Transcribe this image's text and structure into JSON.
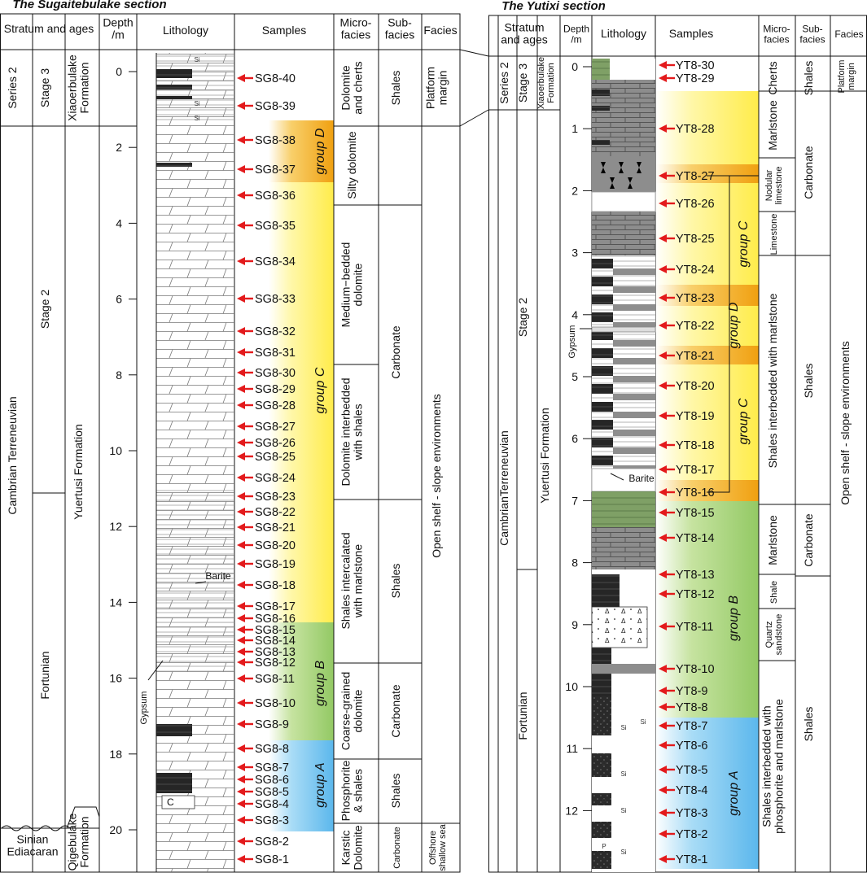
{
  "left": {
    "title": "The Sugaitebulake section",
    "headers": {
      "stratum": "Stratum and ages",
      "depth": "Depth\n/m",
      "lithology": "Lithology",
      "samples": "Samples",
      "microfacies": "Micro-\nfacies",
      "subfacies": "Sub-\nfacies",
      "facies": "Facies"
    },
    "depth_ticks": [
      "0",
      "2",
      "4",
      "6",
      "8",
      "10",
      "12",
      "14",
      "16",
      "18",
      "20"
    ],
    "samples": [
      "SG8-40",
      "SG8-39",
      "SG8-38",
      "SG8-37",
      "SG8-36",
      "SG8-35",
      "SG8-34",
      "SG8-33",
      "SG8-32",
      "SG8-31",
      "SG8-30",
      "SG8-29",
      "SG8-28",
      "SG8-27",
      "SG8-26",
      "SG8-25",
      "SG8-24",
      "SG8-23",
      "SG8-22",
      "SG8-21",
      "SG8-20",
      "SG8-19",
      "SG8-18",
      "SG8-17",
      "SG8-16",
      "SG8-15",
      "SG8-14",
      "SG8-13",
      "SG8-12",
      "SG8-11",
      "SG8-10",
      "SG8-9",
      "SG8-8",
      "SG8-7",
      "SG8-6",
      "SG8-5",
      "SG8-4",
      "SG8-3",
      "SG8-2",
      "SG8-1"
    ],
    "series": [
      "Series 2",
      "Cambrian  Terreneuvian",
      "Sinian\nEdiacaran"
    ],
    "stages": [
      "Stage 3",
      "Stage 2",
      "Fortunian"
    ],
    "formations": [
      "Xiaoerbulake\nFormation",
      "Yuertusi Formation",
      "Qigebulake\nFormation"
    ],
    "microfacies": [
      "Dolomite\nand cherts",
      "Silty dolomite",
      "Medium−bedded\ndolomite",
      "Dolomite interbedded\nwith shales",
      "Shales intercalated\nwith marlstone",
      "Coarse-grained\ndolomite",
      "Phosphorite\n& shales",
      "Karstic\nDolomite"
    ],
    "subfacies": [
      "Shales",
      "Carbonate",
      "Shales",
      "Carbonate",
      "Shales",
      "Carbonate"
    ],
    "facies": [
      "Platform\nmargin",
      "Open shelf - slope environments",
      "Offshore\nshallow sea"
    ],
    "groups": [
      "group D",
      "group C",
      "group B",
      "group A"
    ],
    "annotations": {
      "barite": "Barite",
      "gypsum": "Gypsum",
      "si": "Si",
      "c": "C"
    }
  },
  "right": {
    "title": "The Yutixi section",
    "headers": {
      "stratum": "Stratum\nand ages",
      "depth": "Depth\n/m",
      "lithology": "Lithology",
      "samples": "Samples",
      "microfacies": "Micro-\nfacies",
      "subfacies": "Sub-\nfacies",
      "facies": "Facies"
    },
    "depth_ticks": [
      "0",
      "1",
      "2",
      "3",
      "4",
      "5",
      "6",
      "7",
      "8",
      "9",
      "10",
      "11",
      "12"
    ],
    "samples": [
      "YT8-30",
      "YT8-29",
      "YT8-28",
      "YT8-27",
      "YT8-26",
      "YT8-25",
      "YT8-24",
      "YT8-23",
      "YT8-22",
      "YT8-21",
      "YT8-20",
      "YT8-19",
      "YT8-18",
      "YT8-17",
      "YT8-16",
      "YT8-15",
      "YT8-14",
      "YT8-13",
      "YT8-12",
      "YT8-11",
      "YT8-10",
      "YT8-9",
      "YT8-8",
      "YT8-7",
      "YT8-6",
      "YT8-5",
      "YT8-4",
      "YT8-3",
      "YT8-2",
      "YT8-1"
    ],
    "series": [
      "Series 2",
      "CambrianTerreneuvian"
    ],
    "stages": [
      "Stage 3",
      "Stage 2",
      "Fortunian"
    ],
    "formations": [
      "Xiaoerbulake\nFormation",
      "Yuertusi Formation"
    ],
    "microfacies": [
      "Cherts",
      "Marlstone",
      "Nodular\nlimestone",
      "Limestone",
      "Shales interbedded with marlstone",
      "Marlstone",
      "Shale",
      "Quartz\nsandstone",
      "Shales interbedded with\nphosphorite and marlstone"
    ],
    "subfacies": [
      "Shales",
      "Carbonate",
      "Shales",
      "Carbonate",
      "Shales"
    ],
    "facies": [
      "Platform\nmargin",
      "Open shelf - slope environments"
    ],
    "groups": [
      "group C",
      "group D",
      "group C",
      "group B",
      "group A"
    ],
    "annotations": {
      "barite": "Barite",
      "gypsum": "Gypsum",
      "si": "Si",
      "p": "P"
    }
  },
  "colors": {
    "arrow": "#e31a1c",
    "group_a": "#7ec8f0",
    "group_b": "#a8d47a",
    "group_c": "#fff37a",
    "group_d": "#f2a51a",
    "rock_gray": "#8c8c8c",
    "rock_dark": "#2a2a2a",
    "rock_green": "#6f9a5a"
  }
}
